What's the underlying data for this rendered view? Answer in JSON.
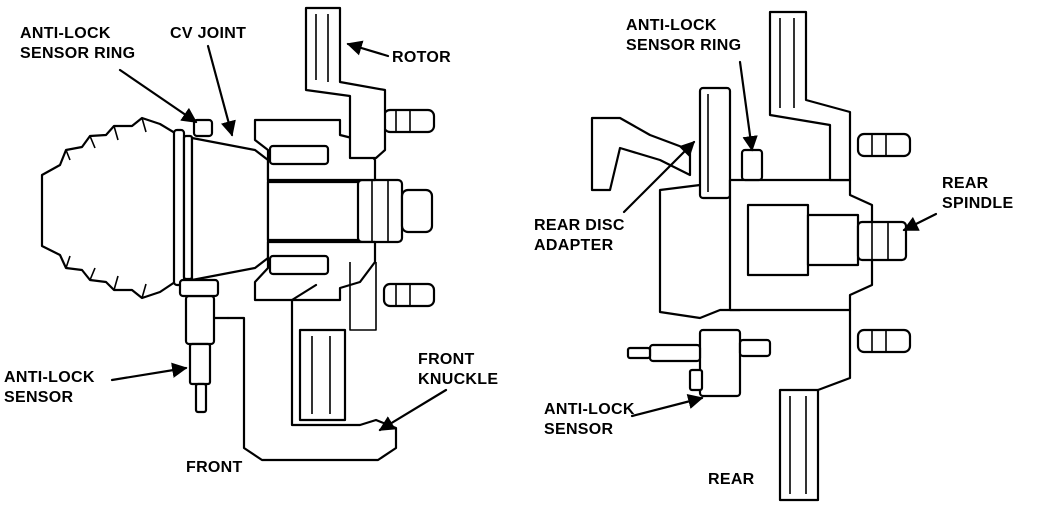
{
  "front": {
    "caption": "FRONT",
    "labels": {
      "antilock_ring": [
        "ANTI-LOCK",
        "SENSOR RING"
      ],
      "cv_joint": "CV JOINT",
      "rotor": "ROTOR",
      "antilock_sensor": [
        "ANTI-LOCK",
        "SENSOR"
      ],
      "front_knuckle": [
        "FRONT",
        "KNUCKLE"
      ]
    }
  },
  "rear": {
    "caption": "REAR",
    "labels": {
      "antilock_ring": [
        "ANTI-LOCK",
        "SENSOR RING"
      ],
      "rear_spindle": [
        "REAR",
        "SPINDLE"
      ],
      "rear_disc_adapter": [
        "REAR DISC",
        "ADAPTER"
      ],
      "antilock_sensor": [
        "ANTI-LOCK",
        "SENSOR"
      ]
    }
  }
}
